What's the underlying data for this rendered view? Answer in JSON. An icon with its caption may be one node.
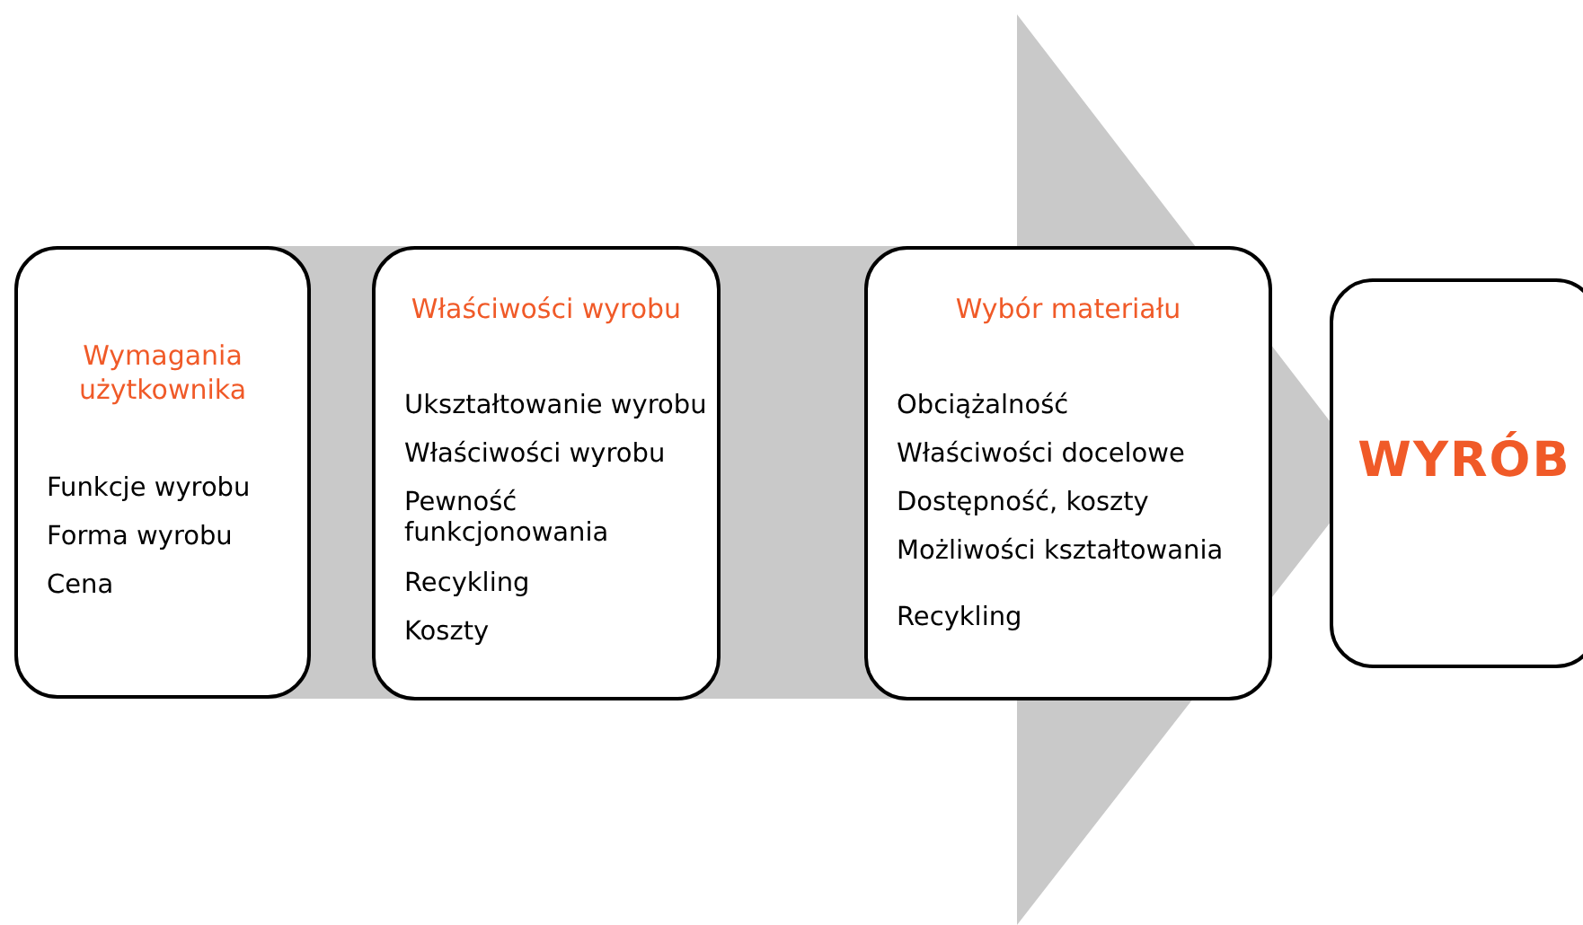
{
  "diagram": {
    "nodes": [
      {
        "text": [
          "Wymagania użytkownika",
          "Funkcje wyrobu",
          "Forma wyrobu",
          "Cena"
        ]
      },
      {
        "text": [
          "Właściwości wyrobu",
          "Ukształtowanie wyrobu",
          "Właściwości wyrobu",
          "Pewność funkcjonowania",
          "Recykling",
          "Koszty"
        ]
      },
      {
        "text": [
          "Wybór materiału",
          "Obciążalność",
          "Właściwości docelowe",
          "Dostępność, koszty",
          "Możliwości kształtowania",
          "Recykling"
        ]
      },
      {
        "text": [
          "WYRÓB"
        ]
      }
    ],
    "edges": [
      {
        "from": 0,
        "to": 3,
        "arrow": "to",
        "style": "thick",
        "color": "#c9c9c9"
      }
    ]
  }
}
